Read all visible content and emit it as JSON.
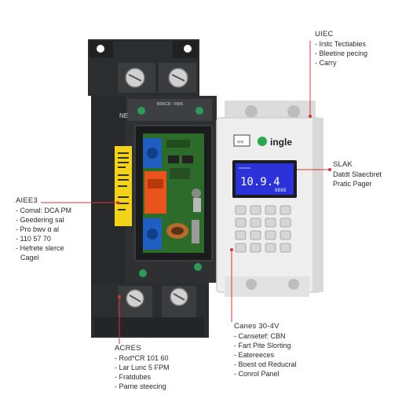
{
  "callouts": {
    "top_right": {
      "title": "UIEC",
      "items": [
        "Irstc Tectiabies",
        "Bleetine pecing",
        "Carry"
      ]
    },
    "mid_right": {
      "title": "SLAK",
      "items": [],
      "lines": [
        "Datdt Slaecbret",
        "Pratic Pager"
      ]
    },
    "left": {
      "title": "AIEE3",
      "items": [
        "Comal: DCA PM",
        "Geedering sal",
        "Pro bwv ɑ al",
        "110 57 70",
        "Hefrete slerce"
      ],
      "tail": "Cagel"
    },
    "bottom_left": {
      "title": "ACRES",
      "items": [
        "Rod*CR 101 60",
        "Lar Lunc 5 FPM",
        "Fratdubes",
        "Parne steecing"
      ]
    },
    "bottom_right": {
      "title": "Canes 30-4V",
      "items": [
        "Cansetef: CBN",
        "Fart Pite Slorting",
        "Eatereeces",
        "Boest od Reducral",
        "Conrol Panel"
      ]
    }
  },
  "device_panel": {
    "brand": "ingle",
    "button_label": "<<",
    "display_value": "10.9.4",
    "display_small": "8888",
    "display_label_left": "=====",
    "keypad_rows": 4,
    "keypad_cols": 3
  },
  "breaker": {
    "top_label": "BRKCR ◦ RMS",
    "side_mark": "NE"
  },
  "colors": {
    "breaker_body": "#2b2d2f",
    "panel_body": "#eeeeee",
    "accent_red": "#d93434",
    "display_blue": "#2b33d8",
    "terminal_blue": "#1f5fc2",
    "terminal_orange": "#e8541c",
    "pcb_green": "#2d6b2a",
    "warning_yellow": "#f3d21a"
  }
}
